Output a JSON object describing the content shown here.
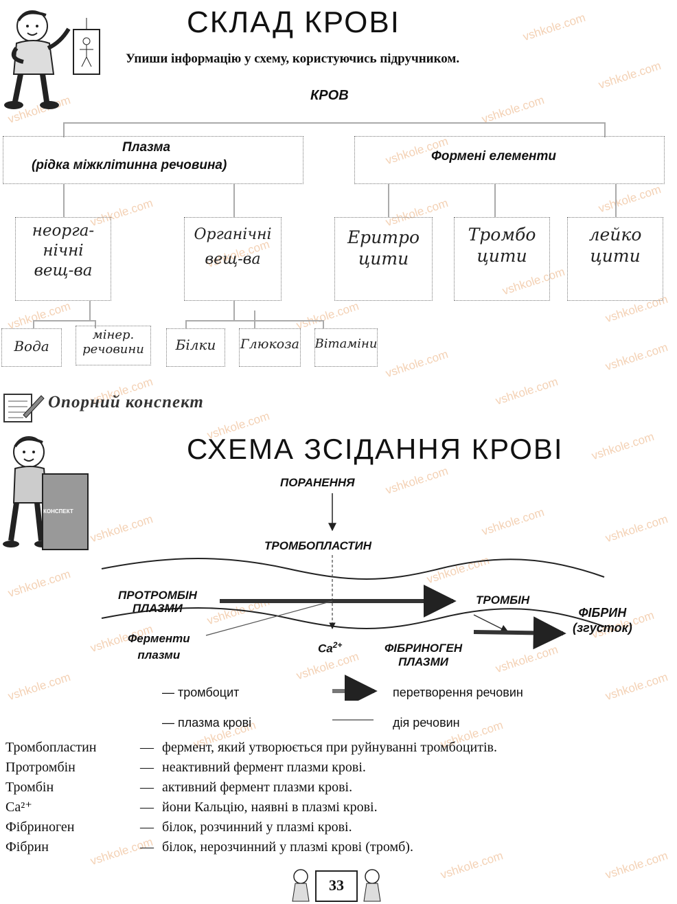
{
  "section1": {
    "title": "СКЛАД КРОВІ",
    "instruction": "Упиши інформацію у схему, користуючись підручником."
  },
  "scheme": {
    "root": "КРОВ",
    "plasma_line1": "Плазма",
    "plasma_line2": "(рідка міжклітинна речовина)",
    "formed": "Формені елементи",
    "inorganic": [
      "неорга-",
      "нічні",
      "вещ-ва"
    ],
    "organic": [
      "Органічні",
      "вещ-ва"
    ],
    "erythro": [
      "Еритро",
      "цити"
    ],
    "thrombo": [
      "Тромбо",
      "цити"
    ],
    "leuko": [
      "лейко",
      "цити"
    ],
    "water": "Вода",
    "minerals": [
      "мінер.",
      "речовини"
    ],
    "proteins": "Білки",
    "glucose": "Глюкоза",
    "vitamins": "Вітаміни"
  },
  "notes_header": "Опорний конспект",
  "booklet_label": "КОНСПЕКТ",
  "section2": {
    "title": "СХЕМА ЗСІДАННЯ КРОВІ",
    "injury": "ПОРАНЕННЯ",
    "thromboplastin": "ТРОМБОПЛАСТИН",
    "prothrombin": [
      "ПРОТРОМБІН",
      "ПЛАЗМИ"
    ],
    "enzymes": [
      "Ферменти",
      "плазми"
    ],
    "ca": "Ca",
    "ca_sup": "2+",
    "thrombin": "ТРОМБІН",
    "fibrinogen": [
      "ФІБРИНОГЕН",
      "ПЛАЗМИ"
    ],
    "fibrin": [
      "ФІБРИН",
      "(згусток)"
    ]
  },
  "legend": {
    "platelet": "— тромбоцит",
    "plasma": "— плазма крові",
    "transform": "перетворення речовин",
    "action": "дія речовин"
  },
  "definitions": [
    {
      "term": "Тромбопластин",
      "dash": "—",
      "text": "фермент, який утворюється при руйнуванні тромбоцитів."
    },
    {
      "term": "Протромбін",
      "dash": "—",
      "text": "неактивний фермент плазми крові."
    },
    {
      "term": "Тромбін",
      "dash": "—",
      "text": "активний фермент плазми крові."
    },
    {
      "term": "Ca²⁺",
      "dash": "—",
      "text": "йони Кальцію, наявні в плазмі крові."
    },
    {
      "term": "Фібриноген",
      "dash": "—",
      "text": "білок, розчинний у плазмі крові."
    },
    {
      "term": "Фібрин",
      "dash": "—",
      "text": "білок, нерозчинний у плазмі крові (тромб)."
    }
  ],
  "page_number": "33",
  "watermark": "vshkole.com"
}
